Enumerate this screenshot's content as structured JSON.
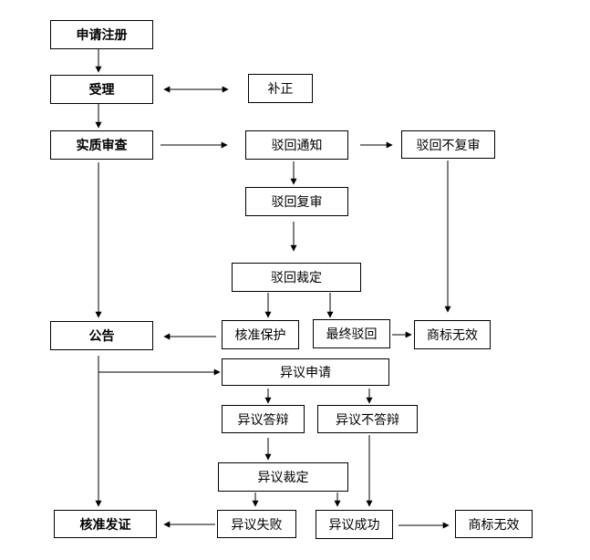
{
  "nodes": {
    "apply": "申请注册",
    "accept": "受理",
    "supplement": "补正",
    "substantive_review": "实质审查",
    "reject_notice": "驳回通知",
    "no_review": "驳回不复审",
    "reject_review": "驳回复审",
    "reject_ruling": "驳回裁定",
    "approve_protect": "核准保护",
    "final_reject": "最终驳回",
    "invalid_1": "商标无效",
    "announce": "公告",
    "opposition_apply": "异议申请",
    "opposition_reply": "异议答辩",
    "opposition_no_reply": "异议不答辩",
    "opposition_ruling": "异议裁定",
    "approve_certificate": "核准发证",
    "opposition_fail": "异议失败",
    "opposition_success": "异议成功",
    "invalid_2": "商标无效"
  },
  "colors": {
    "line": "#000000",
    "box_border": "#000000",
    "background": "#ffffff"
  }
}
